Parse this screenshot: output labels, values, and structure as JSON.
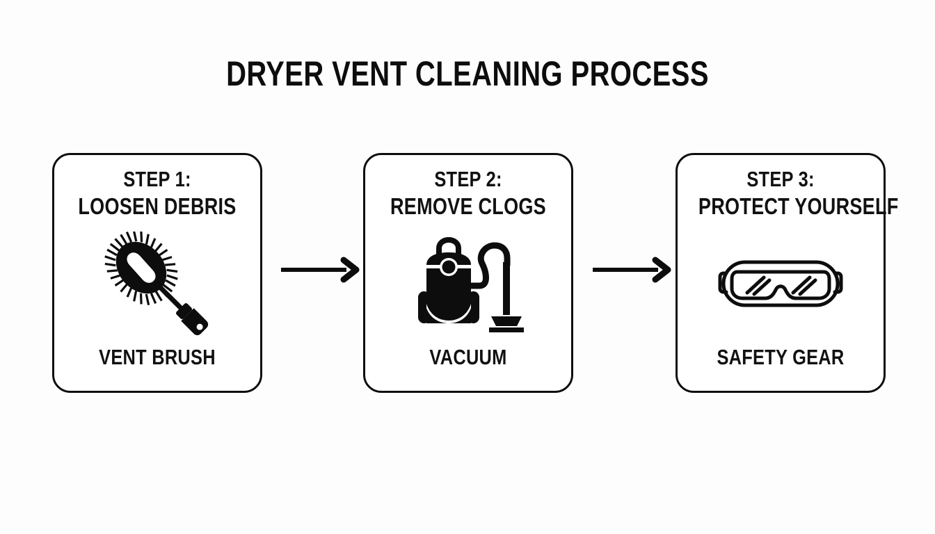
{
  "page": {
    "title": "DRYER VENT CLEANING PROCESS",
    "background_color": "#fdfdfd",
    "ink_color": "#0d0d0d"
  },
  "steps": [
    {
      "step_label": "STEP 1:",
      "step_title": "LOOSEN DEBRIS",
      "tool_label": "VENT BRUSH",
      "icon": "vent-brush-icon"
    },
    {
      "step_label": "STEP 2:",
      "step_title": "REMOVE CLOGS",
      "tool_label": "VACUUM",
      "icon": "vacuum-cleaner-icon"
    },
    {
      "step_label": "STEP 3:",
      "step_title": "PROTECT YOURSELF",
      "tool_label": "SAFETY GEAR",
      "icon": "safety-goggles-icon"
    }
  ],
  "connectors": [
    {
      "name": "arrow-right-icon",
      "from": "step-1",
      "to": "step-2"
    },
    {
      "name": "arrow-right-icon",
      "from": "step-2",
      "to": "step-3"
    }
  ]
}
